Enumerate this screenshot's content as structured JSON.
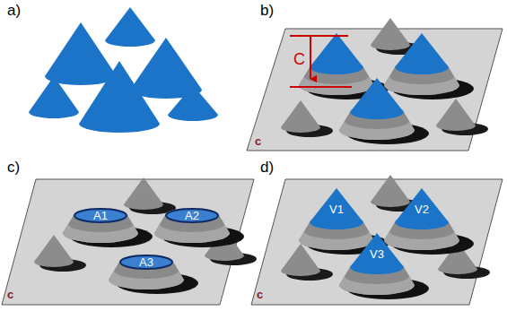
{
  "diagram": {
    "nodes": [
      {
        "text": [
          "A1"
        ]
      },
      {
        "text": [
          "A2"
        ]
      },
      {
        "text": [
          "A3"
        ]
      },
      {
        "text": [
          "V1"
        ]
      },
      {
        "text": [
          "V2"
        ]
      },
      {
        "text": [
          "V3"
        ]
      }
    ],
    "labels": [
      "a)",
      "b)",
      "C",
      "c",
      "c)",
      "c",
      "d)",
      "c"
    ]
  }
}
